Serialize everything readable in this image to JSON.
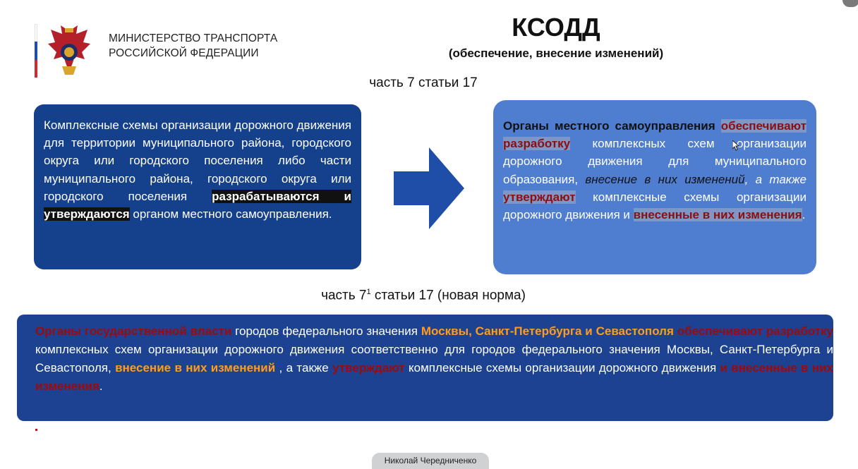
{
  "colors": {
    "flag_white": "#ffffff",
    "flag_blue": "#1f49b8",
    "flag_red": "#d22a2a",
    "box_dark_blue": "#15408c",
    "box_light_blue": "#4f7ed0",
    "arrow_blue": "#1f4ea8",
    "bottom_box": "#1c4291",
    "dark_red": "#8b0f0f",
    "orange": "#ff9c1f"
  },
  "header": {
    "ministry_line1": "МИНИСТЕРСТВО ТРАНСПОРТА",
    "ministry_line2": "РОССИЙСКОЙ ФЕДЕРАЦИИ",
    "emblem_icon": "double-headed-eagle-emblem"
  },
  "slide": {
    "title": "КСОДД",
    "subtitle": "(обеспечение, внесение изменений)",
    "part7_label": "часть 7 статьи 17",
    "part71_pre": "часть 7",
    "part71_sup": "1",
    "part71_post": " статьи 17 (новая норма)"
  },
  "left_box": {
    "text_a": "Комплексные схемы организации дорожного движения для территории муниципального района, городского округа или городского поселения либо части муниципального района, городского округа или городского поселения ",
    "text_b": "разрабатываются и утверждаются",
    "text_c": " органом местного самоуправления."
  },
  "right_box": {
    "r1": "Органы местного самоуправления",
    "r2": "обеспечивают разработку",
    "r3": " комплексных схем организации дорожного движения для муниципального образования, ",
    "r4": "внесение в них изменений",
    "r5": ", а также",
    "r6": "утверждают",
    "r7": " комплексные схемы организации дорожного движения и ",
    "r8": "внесенные в них изменения",
    "r9": "."
  },
  "bottom_box": {
    "b1": "Органы государственной власти",
    "b2": " городов федерального значения ",
    "b3": "Москвы, Санкт-Петербурга и Севастополя",
    "b4": " ",
    "b5": "обеспечивают разработку",
    "b6": " комплексных схем организации дорожного движения соответственно для городов федерального значения Москвы, Санкт-Петербурга и Севастополя, ",
    "b7": "внесение в них изменений",
    "b8": " , а также ",
    "b9": "утверждают",
    "b10": " комплексные схемы организации дорожного движения ",
    "b11": "и внесенные в них изменения",
    "b12": "."
  },
  "footer": {
    "speaker_name": "Николай Чередниченко"
  }
}
